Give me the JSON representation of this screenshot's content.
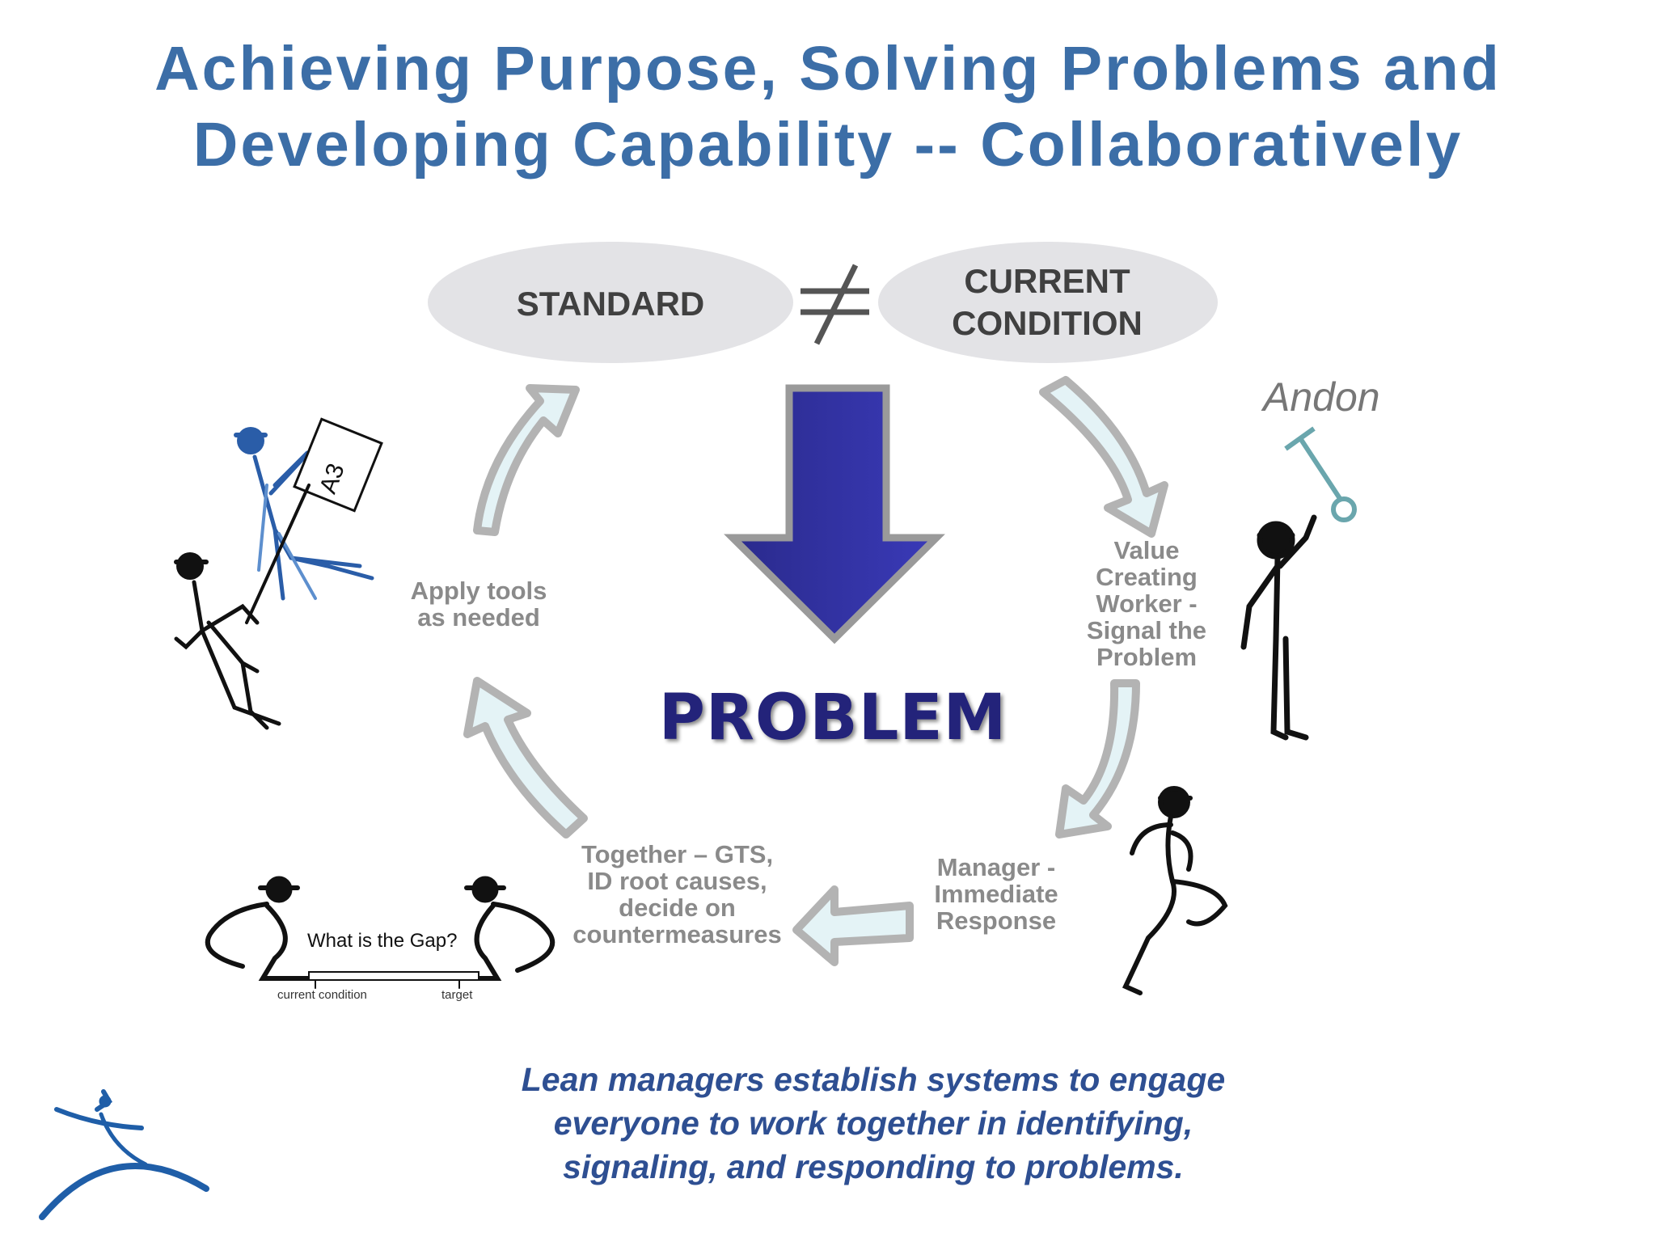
{
  "title": {
    "line1": "Achieving Purpose, Solving Problems and",
    "line2": "Developing Capability -- Collaboratively"
  },
  "ovals": {
    "standard": "STANDARD",
    "current_line1": "CURRENT",
    "current_line2": "CONDITION",
    "not_equal_symbol": "≠"
  },
  "problem_label": "PROBLEM",
  "andon_label": "Andon",
  "steps": {
    "worker": [
      "Value",
      "Creating",
      "Worker -",
      "Signal the",
      "Problem"
    ],
    "manager": [
      "Manager -",
      "Immediate",
      "Response"
    ],
    "together": [
      "Together – GTS,",
      "ID root causes,",
      "decide on",
      "countermeasures"
    ],
    "apply": [
      "Apply tools",
      "as needed"
    ]
  },
  "gap": {
    "question": "What is the Gap?",
    "current_condition": "current condition",
    "target": "target"
  },
  "a3_label": "A3",
  "caption": {
    "line1": "Lean managers establish systems to engage",
    "line2": "everyone to work together in identifying,",
    "line3": "signaling, and responding to problems."
  },
  "colors": {
    "title": "#3c6ea7",
    "problem_arrow": "#2c2c9a",
    "caption": "#2e4f92",
    "oval": "#e3e3e6",
    "cycle_arrow_fill": "#e4f3f6",
    "cycle_arrow_border": "#b3b3b3"
  }
}
